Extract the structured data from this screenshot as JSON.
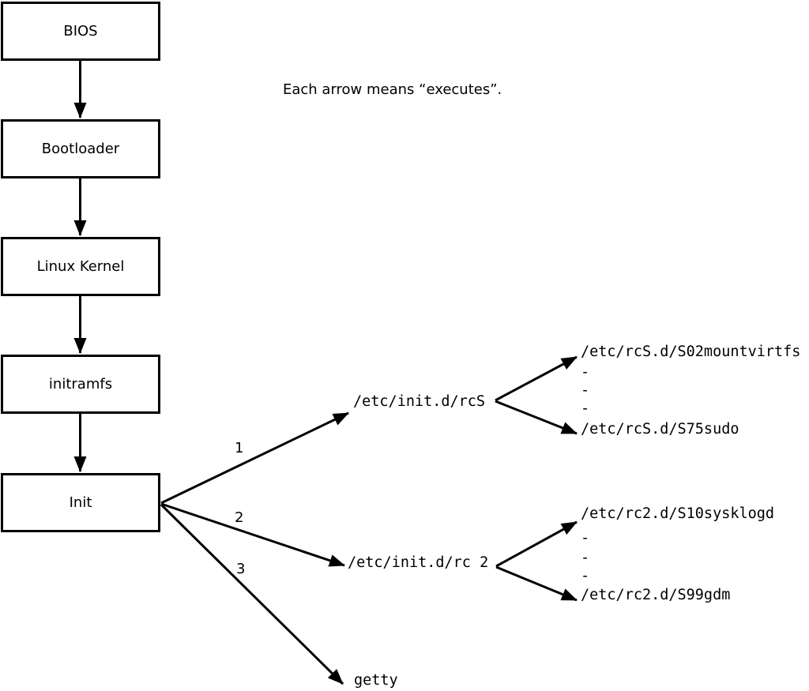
{
  "note": "Each arrow means “executes”.",
  "chain_nodes": [
    {
      "label": "BIOS"
    },
    {
      "label": "Bootloader"
    },
    {
      "label": "Linux Kernel"
    },
    {
      "label": "initramfs"
    },
    {
      "label": "Init"
    }
  ],
  "init_branches": [
    {
      "order": "1",
      "target": "/etc/init.d/rcS"
    },
    {
      "order": "2",
      "target": "/etc/init.d/rc 2"
    },
    {
      "order": "3",
      "target": "getty"
    }
  ],
  "rcS_fanout": {
    "top": "/etc/rcS.d/S02mountvirtfs",
    "dashes": [
      "-",
      "-",
      "-"
    ],
    "bottom": "/etc/rcS.d/S75sudo"
  },
  "rc2_fanout": {
    "top": "/etc/rc2.d/S10sysklogd",
    "dashes": [
      "-",
      "-",
      "-"
    ],
    "bottom": "/etc/rc2.d/S99gdm"
  },
  "colors": {
    "ink": "#000000",
    "background": "#ffffff"
  }
}
